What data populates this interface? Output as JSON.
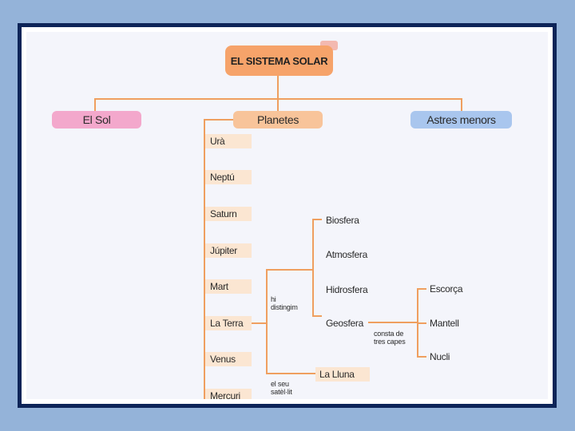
{
  "title": "EL SISTEMA SOLAR",
  "categories": {
    "sun": "El Sol",
    "planets": "Planetes",
    "minor": "Astres menors"
  },
  "planets": [
    "Urà",
    "Neptú",
    "Saturn",
    "Júpiter",
    "Mart",
    "La Terra",
    "Venus",
    "Mercuri"
  ],
  "earth_connector": "hi distingim",
  "earth_layers": [
    "Biosfera",
    "Atmosfera",
    "Hidrosfera",
    "Geosfera"
  ],
  "satellite_connector": "el seu satèl·lit",
  "moon": "La Lluna",
  "geosphere_connector": "consta de tres capes",
  "geosphere_layers": [
    "Escorça",
    "Mantell",
    "Nucli"
  ],
  "colors": {
    "title_box": "#f6a36a",
    "sun_box": "#f3a8cc",
    "planets_box": "#f8c49a",
    "minor_box": "#a9c6ee",
    "planet_label_bg": "#fbe6d2",
    "connector": "#ef9f5f",
    "frame_border": "#0d2458",
    "page_background": "#94b3d9"
  }
}
